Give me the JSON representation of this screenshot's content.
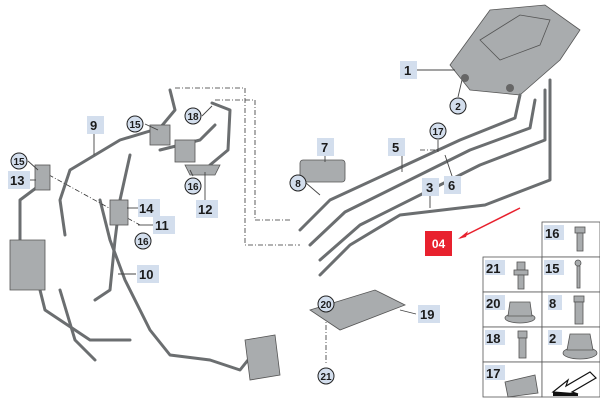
{
  "highlight_color": "#e8212e",
  "callouts": {
    "c1": "1",
    "c2": "2",
    "c3": "3",
    "c5": "5",
    "c6": "6",
    "c7": "7",
    "c8": "8",
    "c9": "9",
    "c10": "10",
    "c11": "11",
    "c12": "12",
    "c13": "13",
    "c14": "14",
    "c15a": "15",
    "c15b": "15",
    "c16a": "16",
    "c16b": "16",
    "c17": "17",
    "c18": "18",
    "c19": "19",
    "c20": "20",
    "c21": "21"
  },
  "highlight_label": "04",
  "parts_grid": [
    "16",
    "21",
    "15",
    "20",
    "8",
    "18",
    "2",
    "17"
  ]
}
